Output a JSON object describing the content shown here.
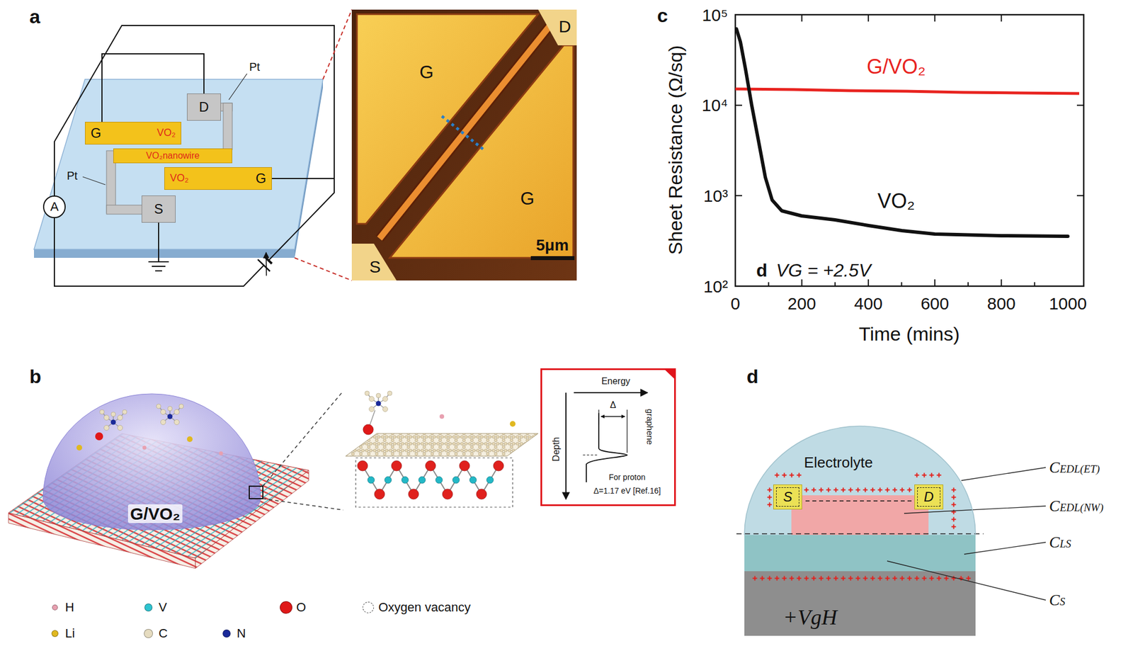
{
  "diagram": {
    "nodes": [
      {
        "text": [
          "D"
        ]
      },
      {
        "text": [
          "G",
          "VO₂"
        ]
      },
      {
        "text": [
          "VO₂nanowire"
        ]
      },
      {
        "text": [
          "VO₂",
          "G"
        ]
      },
      {
        "text": [
          "S"
        ]
      },
      {
        "text": [
          "A"
        ]
      },
      {
        "text": [
          "Energy",
          "Depth",
          "Δ",
          "graphene",
          "For proton",
          "Δ=1.17 eV [Ref.16]"
        ]
      },
      {
        "text": [
          "Electrolyte"
        ]
      },
      {
        "text": [
          "S"
        ],
        "in": 7
      },
      {
        "text": [
          "D"
        ],
        "in": 7
      },
      {
        "text": [
          "+VgH"
        ]
      }
    ],
    "edges": [
      {
        "from": 0,
        "to": 1,
        "arrow": "none"
      },
      {
        "from": 5,
        "to": 3,
        "arrow": "none"
      }
    ],
    "labels": [
      "a",
      "Pt",
      "Pt",
      "G",
      "D",
      "G",
      "S",
      "5μm",
      "b",
      "G/VO₂",
      "c",
      "10⁵",
      "10⁴",
      "10³",
      "10²",
      "0",
      "200",
      "400",
      "600",
      "800",
      "1000",
      "Sheet Resistance (Ω/sq)",
      "Time (mins)",
      "G/VO₂",
      "VO₂",
      "d",
      "VG = +2.5V",
      "d",
      "CEDL(ET)",
      "CEDL(NW)",
      "CLS",
      "CS"
    ],
    "legend": [
      {
        "text": "H",
        "color": "#e8a0b0"
      },
      {
        "text": "V",
        "color": "#2ec4d0"
      },
      {
        "text": "O",
        "color": "#e01818"
      },
      {
        "text": "Oxygen vacancy"
      },
      {
        "text": "Li",
        "color": "#e0b820"
      },
      {
        "text": "C",
        "color": "#e6dcc0"
      },
      {
        "text": "N",
        "color": "#1a2a9a"
      }
    ]
  }
}
